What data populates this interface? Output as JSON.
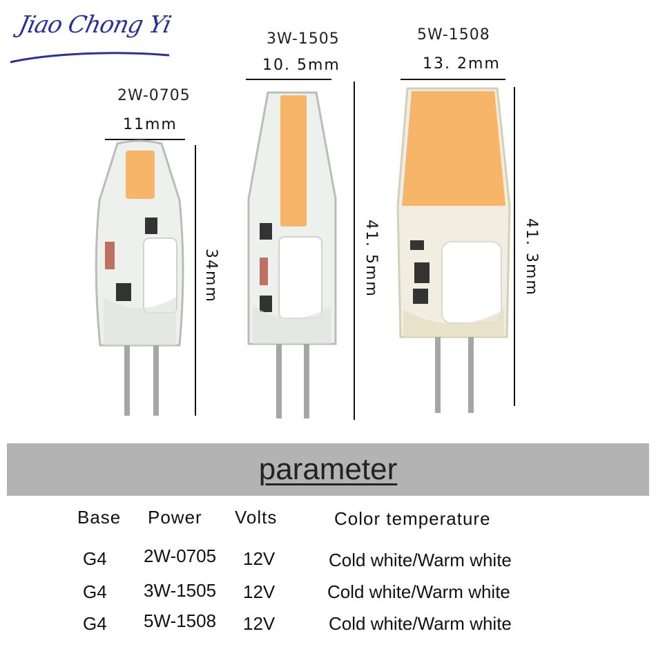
{
  "logo": {
    "text": "Jiao Chong Yi"
  },
  "bulbs": [
    {
      "model": "2W-0705",
      "width": "11mm",
      "height": "34mm"
    },
    {
      "model": "3W-1505",
      "width": "10. 5mm",
      "height": "41. 5mm"
    },
    {
      "model": "5W-1508",
      "width": "13. 2mm",
      "height": "41. 3mm"
    }
  ],
  "parameter": {
    "title": "parameter",
    "headers": [
      "Base",
      "Power",
      "Volts",
      "Color temperature"
    ],
    "rows": [
      [
        "G4",
        "2W-0705",
        "12V",
        "Cold white/Warm white"
      ],
      [
        "G4",
        "3W-1505",
        "12V",
        "Cold white/Warm white"
      ],
      [
        "G4",
        "5W-1508",
        "12V",
        "Cold white/Warm white"
      ]
    ]
  },
  "colors": {
    "led_warm": "#f7b56a",
    "bar_gray": "#b3b3b3",
    "logo_blue": "#2a2f9e"
  }
}
